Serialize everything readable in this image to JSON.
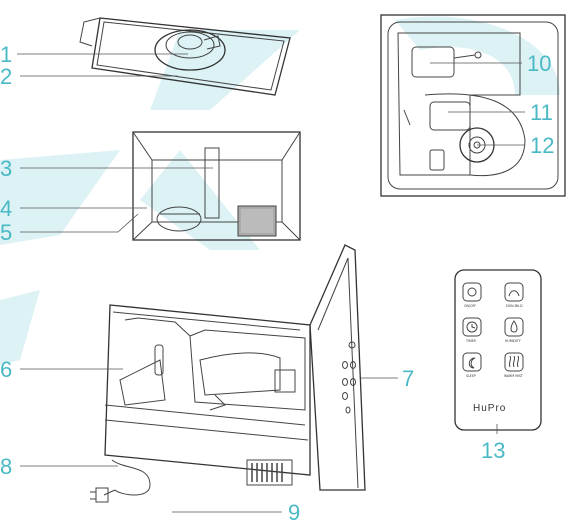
{
  "callouts": [
    {
      "id": 1,
      "label": "1"
    },
    {
      "id": 2,
      "label": "2"
    },
    {
      "id": 3,
      "label": "3"
    },
    {
      "id": 4,
      "label": "4"
    },
    {
      "id": 5,
      "label": "5"
    },
    {
      "id": 6,
      "label": "6"
    },
    {
      "id": 7,
      "label": "7"
    },
    {
      "id": 8,
      "label": "8"
    },
    {
      "id": 9,
      "label": "9"
    },
    {
      "id": 10,
      "label": "10"
    },
    {
      "id": 11,
      "label": "11"
    },
    {
      "id": 12,
      "label": "12"
    },
    {
      "id": 13,
      "label": "13"
    }
  ],
  "remote": {
    "brand": "HuPro",
    "buttons": [
      {
        "label": "ON/OFF",
        "icon": "power-icon"
      },
      {
        "label": "EXIN-MILD",
        "icon": "mist-icon"
      },
      {
        "label": "TIMER",
        "icon": "timer-icon"
      },
      {
        "label": "HUMIDITY",
        "icon": "humidity-icon"
      },
      {
        "label": "SLEEP",
        "icon": "sleep-icon"
      },
      {
        "label": "WARM MIST",
        "icon": "warm-mist-icon"
      }
    ]
  },
  "colors": {
    "callout": "#4ab9c6",
    "watermark": "#d6f0f3",
    "line": "#444444"
  }
}
